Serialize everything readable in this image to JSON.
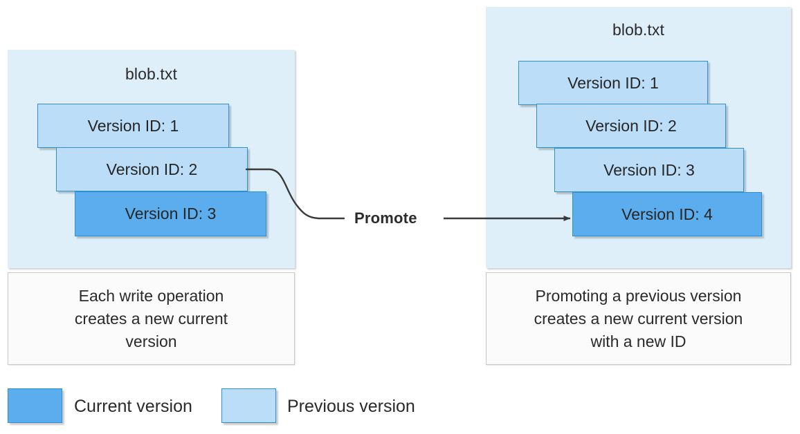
{
  "diagram": {
    "title_left": "blob.txt",
    "title_right": "blob.txt",
    "promote_label": "Promote"
  },
  "left_panel": {
    "title": "blob.txt",
    "boxes": [
      {
        "label": "Version ID: 1",
        "state": "previous"
      },
      {
        "label": "Version ID: 2",
        "state": "previous"
      },
      {
        "label": "Version ID: 3",
        "state": "current"
      }
    ],
    "caption": {
      "line1": "Each write operation",
      "line2": "creates a new current",
      "line3": "version"
    }
  },
  "right_panel": {
    "title": "blob.txt",
    "boxes": [
      {
        "label": "Version ID: 1",
        "state": "previous"
      },
      {
        "label": "Version ID: 2",
        "state": "previous"
      },
      {
        "label": "Version ID: 3",
        "state": "previous"
      },
      {
        "label": "Version ID: 4",
        "state": "current"
      }
    ],
    "caption": {
      "line1": "Promoting a previous version",
      "line2": "creates a new current version",
      "line3": "with a new ID"
    }
  },
  "legend": {
    "items": [
      {
        "label": "Current version",
        "color": "#5badee"
      },
      {
        "label": "Previous version",
        "color": "#bbddf8"
      }
    ]
  },
  "colors": {
    "panel_background": "#deeffa",
    "current_version": "#5badee",
    "previous_version": "#bbddf8",
    "box_border": "#2e8fd4",
    "caption_background": "#fbfbfb",
    "caption_border": "#c9c9c9",
    "connector_line": "#3a3a3a",
    "text": "#262626"
  }
}
